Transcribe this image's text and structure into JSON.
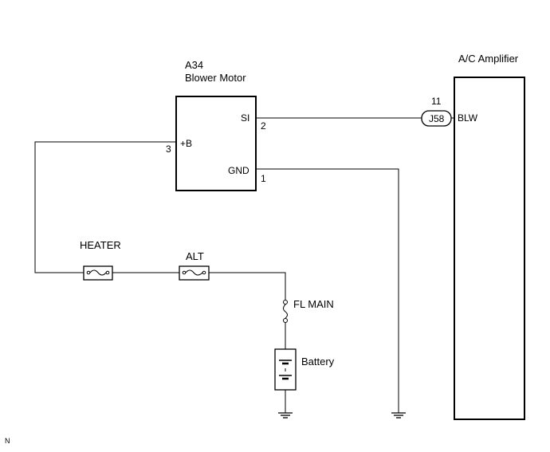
{
  "components": {
    "blower_motor": {
      "code": "A34",
      "name": "Blower Motor",
      "pins": {
        "si": {
          "label": "SI",
          "number": "2"
        },
        "plus_b": {
          "label": "+B",
          "number": "3"
        },
        "gnd": {
          "label": "GND",
          "number": "1"
        }
      }
    },
    "ac_amplifier": {
      "name": "A/C Amplifier",
      "pin_label": "BLW",
      "pin_number": "11"
    },
    "connector": {
      "label": "J58"
    },
    "fuses": {
      "heater": "HEATER",
      "alt": "ALT",
      "fl_main": "FL MAIN"
    },
    "battery": {
      "label": "Battery"
    }
  },
  "corner_mark": "N"
}
